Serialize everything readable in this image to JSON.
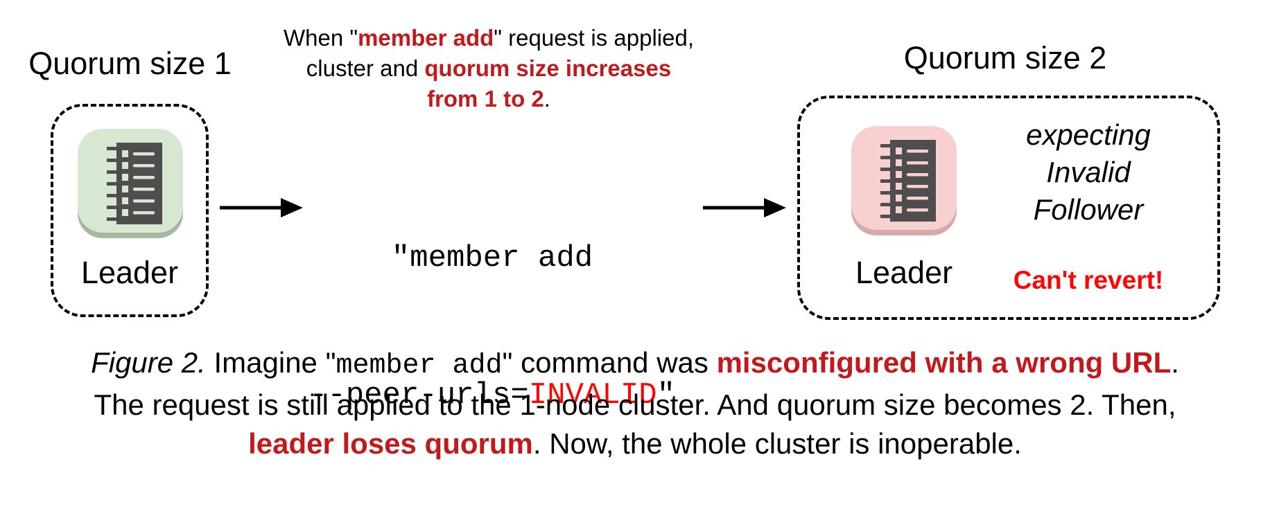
{
  "figure": {
    "left_cluster": {
      "title": "Quorum size 1",
      "node_label": "Leader"
    },
    "right_cluster": {
      "title": "Quorum size 2",
      "node_label": "Leader",
      "note_l1": "expecting",
      "note_l2": "Invalid",
      "note_l3": "Follower",
      "warning": "Can't revert!"
    },
    "annotation": {
      "l1a": "When \"",
      "l1b": "member add",
      "l1c": "\" request is applied,",
      "l2a": "cluster and ",
      "l2b": "quorum size increases",
      "l3a": "from 1 to 2",
      "l3b": "."
    },
    "command": {
      "l1": "\"member add",
      "l2a": "--peer-urls=",
      "l2b": "INVALID",
      "l2c": "\""
    },
    "caption": {
      "l1a": "Figure 2.",
      "l1b": " Imagine \"",
      "l1c": "member add",
      "l1d": "\" command was ",
      "l1e": "misconfigured with a wrong URL",
      "l1f": ".",
      "l2": "The request is still applied to the 1-node cluster. And quorum size becomes 2. Then,",
      "l3a": "leader loses quorum",
      "l3b": ". Now, the whole cluster is inoperable."
    }
  },
  "colors": {
    "dark_red": "#c2191d",
    "bright_red": "#ff0400",
    "green_bg": "#d8e7d1",
    "green_shadow": "#a3b89e",
    "pink_bg": "#f8d0cf",
    "pink_shadow": "#d8a9a9",
    "glyph_dark": "#4e4e4e"
  }
}
